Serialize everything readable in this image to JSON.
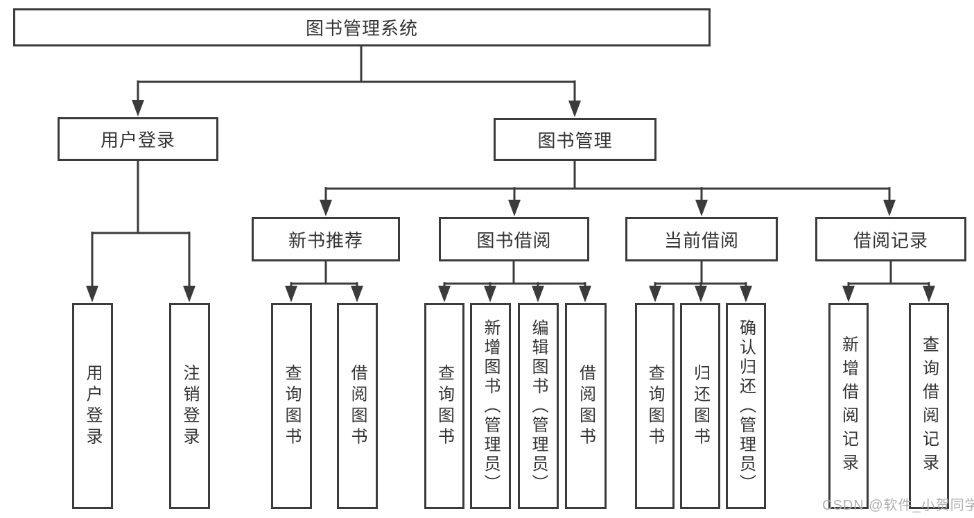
{
  "watermark": "CSDN @软件_小贺同学",
  "colors": {
    "line": "#3b3b3b",
    "box_border": "#3b3b3b",
    "text": "#333333",
    "box_background": "#ffffff",
    "page_background": "#ffffff",
    "watermark": "#b0b0b0"
  },
  "tree": {
    "root": {
      "label": "图书管理系统"
    },
    "level2": [
      {
        "label": "用户登录",
        "children": [
          "用户登录",
          "注销登录"
        ]
      },
      {
        "label": "图书管理"
      }
    ],
    "level3": [
      {
        "label": "新书推荐",
        "children": [
          "查询图书",
          "借阅图书"
        ]
      },
      {
        "label": "图书借阅",
        "children": [
          "查询图书",
          "新增图书（管理员）",
          "编辑图书（管理员）",
          "借阅图书"
        ]
      },
      {
        "label": "当前借阅",
        "children": [
          "查询图书",
          "归还图书",
          "确认归还（管理员）"
        ]
      },
      {
        "label": "借阅记录",
        "children": [
          "新增借阅记录",
          "查询借阅记录"
        ]
      }
    ]
  }
}
